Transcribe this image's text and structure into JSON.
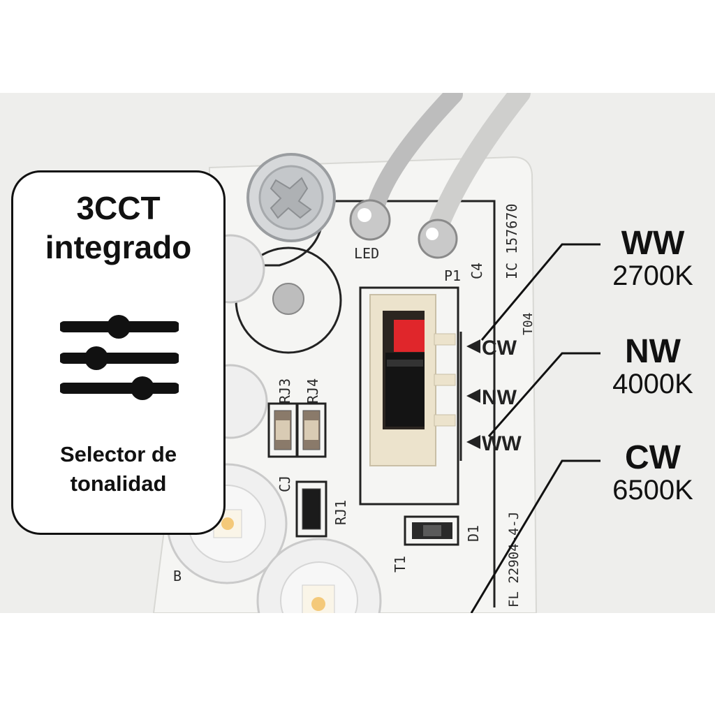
{
  "card": {
    "title_line1": "3CCT",
    "title_line2": "integrado",
    "subtitle_line1": "Selector de",
    "subtitle_line2": "tonalidad",
    "icon": "sliders-icon"
  },
  "callouts": [
    {
      "code": "WW",
      "temp": "2700K"
    },
    {
      "code": "NW",
      "temp": "4000K"
    },
    {
      "code": "CW",
      "temp": "6500K"
    }
  ],
  "board_labels": {
    "led": "LED",
    "p1": "P1",
    "c4": "C4",
    "ic": "IC 157670",
    "t04": "T04",
    "rj3": "RJ3",
    "rj4": "RJ4",
    "cj": "CJ",
    "rj1": "RJ1",
    "d1": "D1",
    "t1": "T1",
    "fl": "FL 22904-4-J",
    "b": "B",
    "switch_cw": "CW",
    "switch_nw": "NW",
    "switch_ww": "WW"
  },
  "colors": {
    "switch_knob": "#e0262b",
    "switch_body": "#ece3cc",
    "board": "#f3f3f1"
  }
}
